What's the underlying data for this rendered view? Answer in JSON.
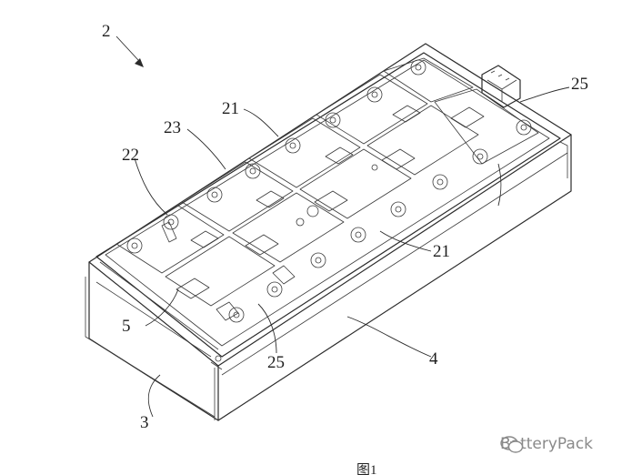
{
  "figure": {
    "caption": "图1",
    "labels": {
      "l2": "2",
      "l21a": "21",
      "l21b": "21",
      "l22": "22",
      "l23": "23",
      "l25a": "25",
      "l25b": "25",
      "l5": "5",
      "l4": "4",
      "l3": "3"
    }
  },
  "watermark": {
    "text": "BatteryPack",
    "icon": "chat-bubble-icon"
  }
}
